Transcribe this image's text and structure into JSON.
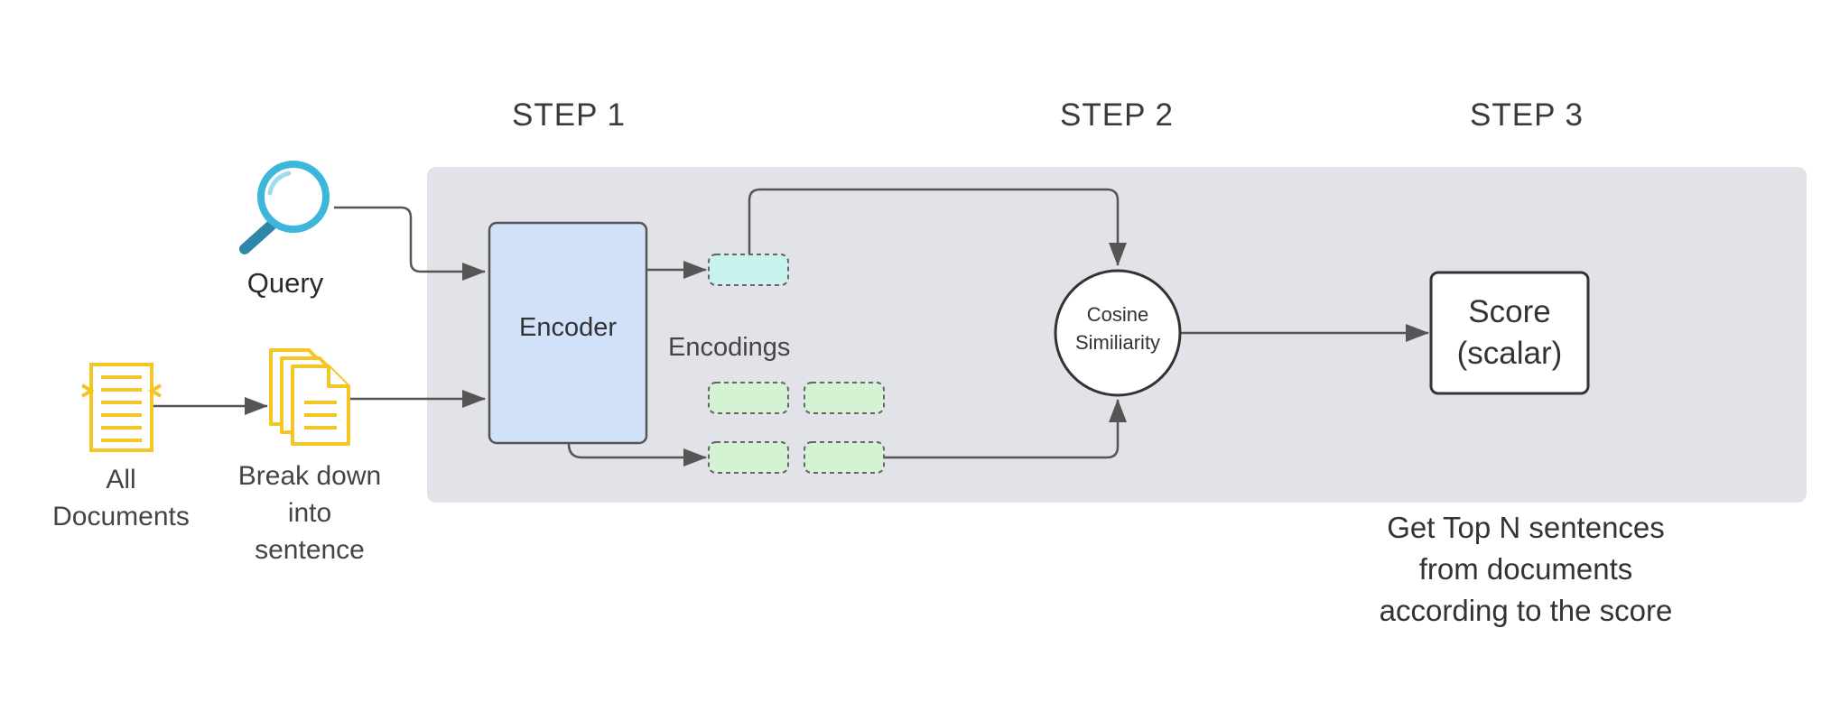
{
  "steps": [
    "STEP 1",
    "STEP 2",
    "STEP 3"
  ],
  "inputs": {
    "query": "Query",
    "all_documents_line1": "All",
    "all_documents_line2": "Documents",
    "breakdown_line1": "Break down",
    "breakdown_line2": "into",
    "breakdown_line3": "sentence"
  },
  "encoder": {
    "label": "Encoder"
  },
  "encodings": {
    "label": "Encodings"
  },
  "cosine": {
    "line1": "Cosine",
    "line2": "Similiarity"
  },
  "score": {
    "line1": "Score",
    "line2": "(scalar)"
  },
  "note": {
    "line1": "Get Top N sentences",
    "line2": "from documents",
    "line3": "according to the score"
  },
  "icons": {
    "query": "magnifying-glass-icon",
    "all_documents": "document-icon",
    "sentences": "stacked-documents-icon"
  },
  "colors": {
    "panel": "#e1e3e8",
    "encoder_fill": "#d2e1fa",
    "query_encoding": "#c8f3ee",
    "sentence_encoding": "#d4f3d2",
    "document_icon": "#f3c624",
    "magnifier": "#3db6dc",
    "arrow": "#555555"
  }
}
